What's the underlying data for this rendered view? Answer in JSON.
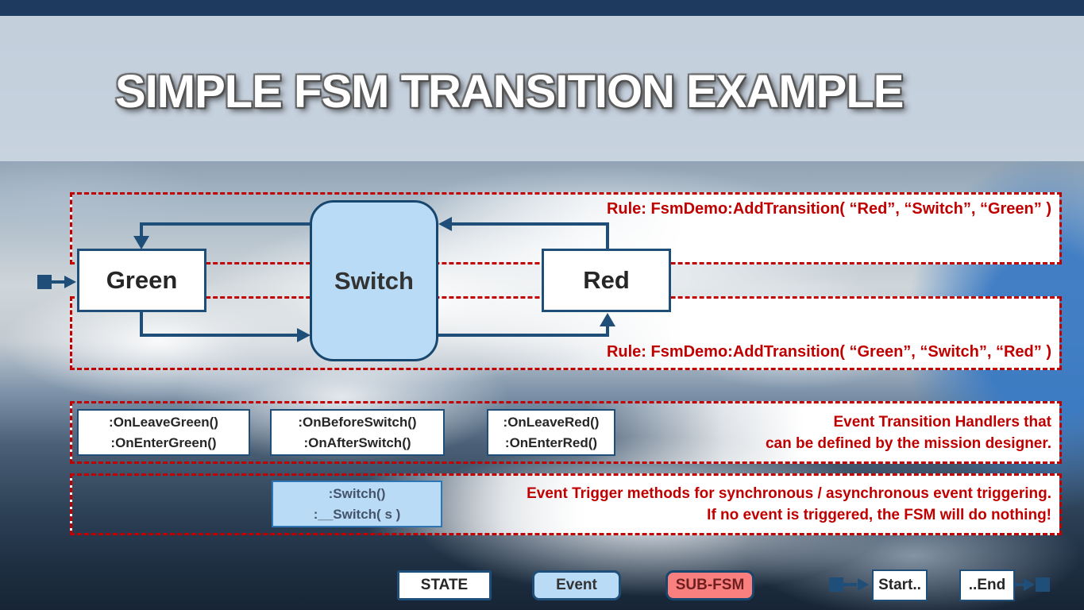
{
  "title": "SIMPLE FSM TRANSITION EXAMPLE",
  "diagram": {
    "green_state": "Green",
    "switch_event": "Switch",
    "red_state": "Red",
    "rule_red_switch_green": "Rule: FsmDemo:AddTransition( “Red”, “Switch”, “Green” )",
    "rule_green_switch_red": "Rule: FsmDemo:AddTransition( “Green”, “Switch”, “Red” )"
  },
  "handlers": {
    "green": [
      ":OnLeaveGreen()",
      ":OnEnterGreen()"
    ],
    "switch": [
      ":OnBeforeSwitch()",
      ":OnAfterSwitch()"
    ],
    "red": [
      ":OnLeaveRed()",
      ":OnEnterRed()"
    ],
    "note": [
      "Event Transition Handlers that",
      "can be defined by the mission designer."
    ]
  },
  "triggers": {
    "methods": [
      ":Switch()",
      ":__Switch( s )"
    ],
    "note": [
      "Event Trigger methods for synchronous / asynchronous event triggering.",
      "If no event is triggered, the FSM will do nothing!"
    ]
  },
  "legend": {
    "state": "STATE",
    "event": "Event",
    "subfsm": "SUB-FSM",
    "start": "Start..",
    "end": "..End"
  },
  "colors": {
    "navy": "#1f4e79",
    "top_bar_navy": "#1e3a5f",
    "light_blue": "#b9dbf6",
    "salmon": "#fa8080",
    "rule_red": "#c00000"
  }
}
